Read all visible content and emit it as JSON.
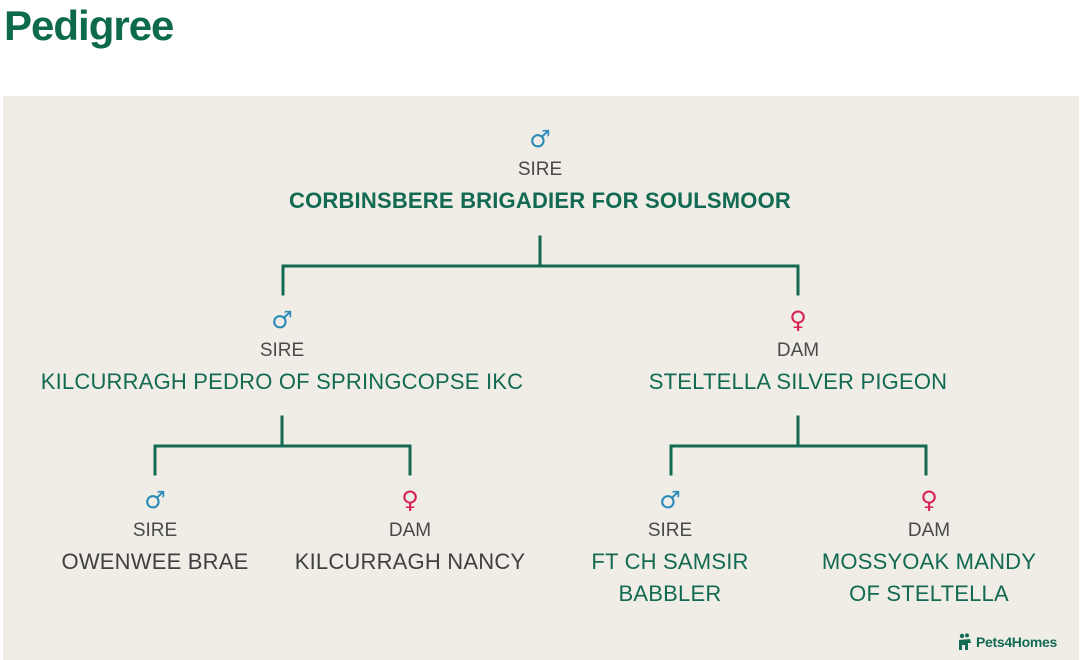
{
  "title": "Pedigree",
  "logo_text": "Pets4Homes",
  "colors": {
    "accent": "#126a52",
    "male": "#2b8bb8",
    "female": "#d6234f",
    "panel": "#f0ede7"
  },
  "tree": {
    "root": {
      "role": "SIRE",
      "name": "CORBINSBERE BRIGADIER FOR SOULSMOOR",
      "symbol": "♂",
      "icon": "male-icon"
    },
    "sire": {
      "role": "SIRE",
      "name": "KILCURRAGH PEDRO OF SPRINGCOPSE IKC",
      "symbol": "♂",
      "icon": "male-icon"
    },
    "dam": {
      "role": "DAM",
      "name": "STELTELLA SILVER PIGEON",
      "symbol": "♀",
      "icon": "female-icon"
    },
    "sire_sire": {
      "role": "SIRE",
      "name": "OWENWEE BRAE",
      "symbol": "♂",
      "icon": "male-icon"
    },
    "sire_dam": {
      "role": "DAM",
      "name": "KILCURRAGH NANCY",
      "symbol": "♀",
      "icon": "female-icon"
    },
    "dam_sire": {
      "role": "SIRE",
      "name_line1": "FT CH SAMSIR",
      "name_line2": "BABBLER",
      "symbol": "♂",
      "icon": "male-icon"
    },
    "dam_dam": {
      "role": "DAM",
      "name_line1": "MOSSYOAK MANDY",
      "name_line2": "OF STELTELLA",
      "symbol": "♀",
      "icon": "female-icon"
    }
  }
}
